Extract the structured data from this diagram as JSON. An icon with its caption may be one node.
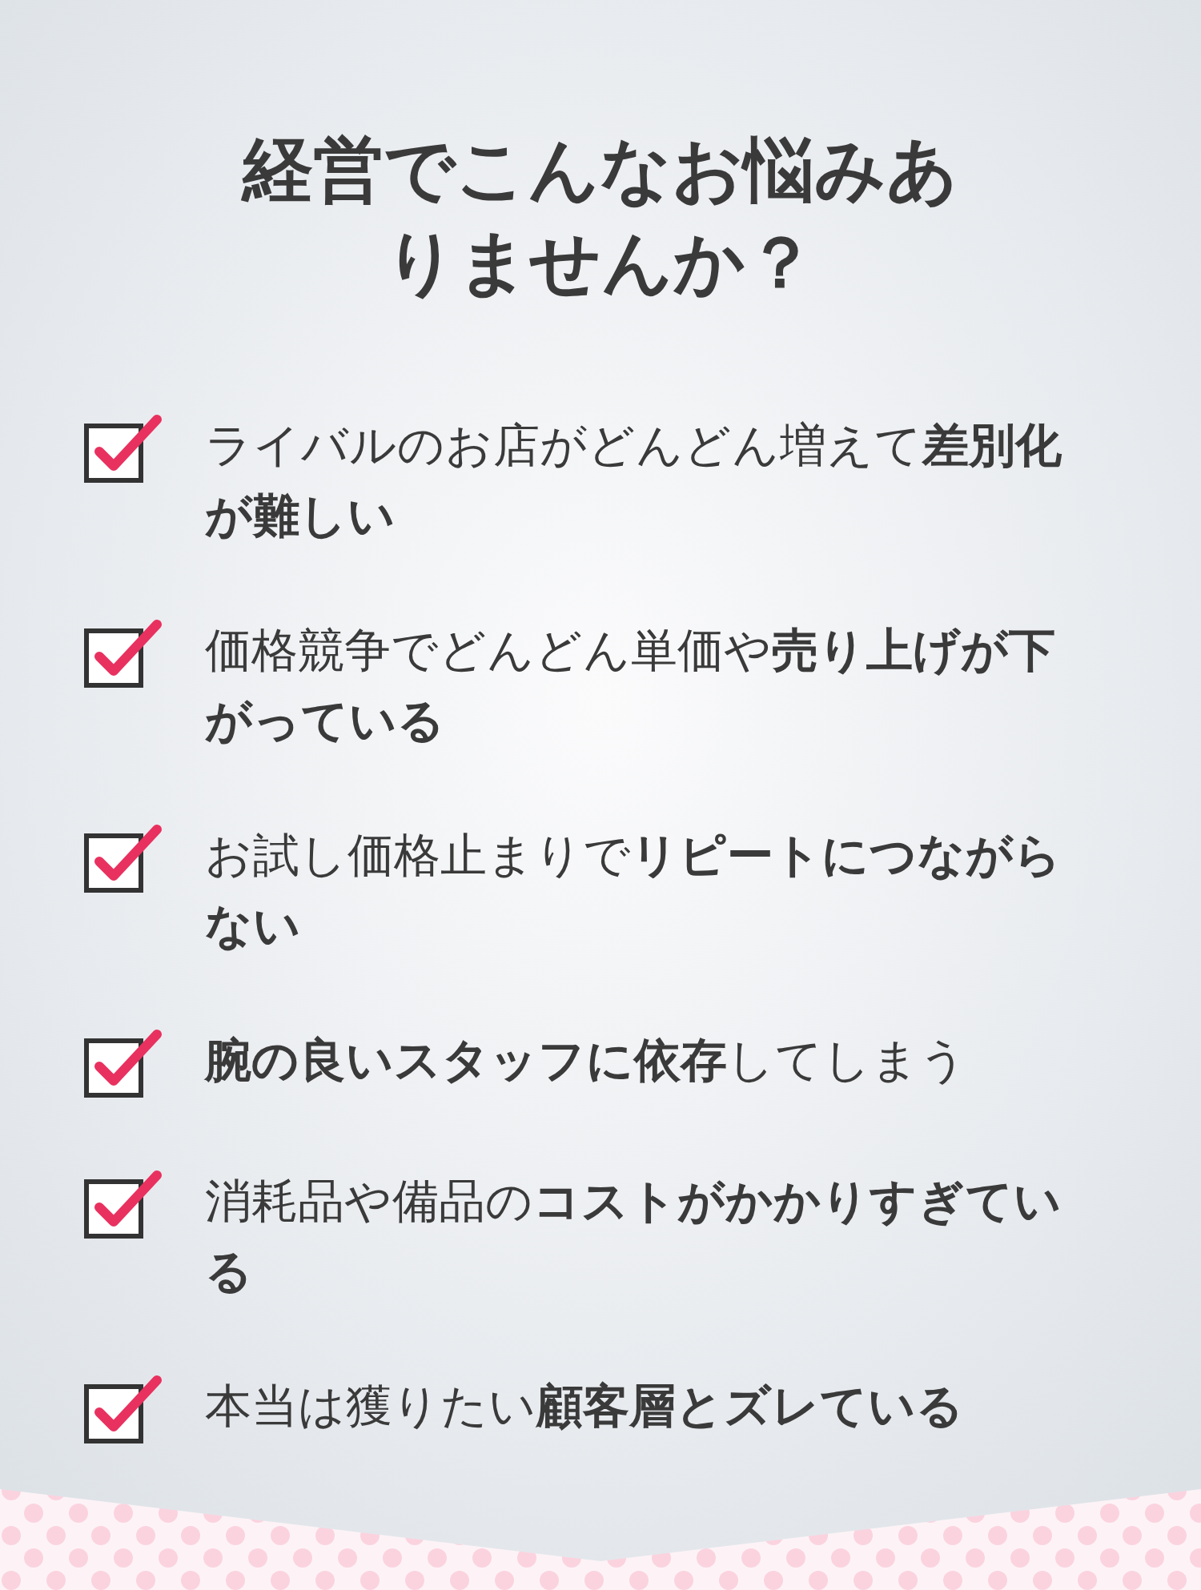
{
  "diagram": {
    "title": "経営でこんなお悩みありませんか？",
    "labels": [
      "ライバルのお店がどんどん増えて**差別化が難しい**",
      "価格競争でどんどん単価や**売り上げが下がっている**",
      "お試し価格止まりで**リピートにつながらない**",
      "**腕の良いスタッフに依存**してしまう",
      "消耗品や備品の**コストがかかりすぎている**",
      "本当は獲りたい**顧客層とズレている**"
    ]
  }
}
